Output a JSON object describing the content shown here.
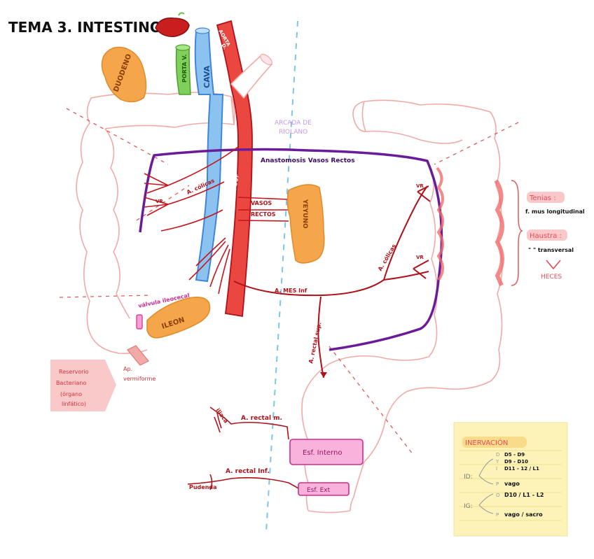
{
  "title": "TEMA 3. INTESTINO",
  "labels": {
    "duodeno": "DUODENO",
    "porta": "PORTA V.",
    "cava": "CAVA",
    "aorta": "AORTA",
    "aorta_d": "D.",
    "arcada": "ARCADA DE",
    "riolano": "RIOLANO",
    "anastomosis": "Anastomosis Vasos Rectos",
    "a_colicas_left": "A. cólicas",
    "a_colicas_right": "A. cólicas",
    "vr_left": "VR",
    "vr_right_top": "VR",
    "vr_right_bottom": "VR",
    "a_mes_sup": "A. MES SUP",
    "vasos": "VASOS",
    "rectos": "RECTOS",
    "yeyuno": "YEYUNO",
    "valvula": "válvula ileocecal",
    "ileon": "ILEON",
    "a_mes_inf": "A. MES Inf",
    "a_rectal_sup": "A. rectal sup.",
    "ap_1": "Ap.",
    "ap_2": "vermiforme",
    "reservorio_1": "Reservorio",
    "reservorio_2": "Bacteriano",
    "reservorio_3": "(órgano",
    "reservorio_4": "linfático)",
    "iliaca": "iliaca",
    "a_rectal_m": "A. rectal m.",
    "esf_interno": "Esf. Interno",
    "a_rectal_inf": "A. rectal Inf.",
    "pudenda": "Pudenda",
    "esf_ext": "Esf. Ext",
    "tenias": "Tenias :",
    "tenias_desc": "f. mus longitudinal",
    "haustra": "Haustra :",
    "haustra_desc": "\"  \" transversal",
    "heces": "HECES"
  },
  "inervacion": {
    "title": "INERVACIÓN",
    "id_label": "ID:",
    "ig_label": "IG:",
    "rows": [
      {
        "key": "D",
        "value": "D5 - D9"
      },
      {
        "key": "Y",
        "value": "D9 - D10"
      },
      {
        "key": "I",
        "value": "D11 - 12 / L1"
      },
      {
        "key": "P",
        "value": "vago"
      },
      {
        "key": "O",
        "value": "D10 / L1 - L2"
      },
      {
        "key": "P",
        "value": "vago / sacro"
      }
    ]
  },
  "colors": {
    "colon_outline": "#f2aaa6",
    "artery_red": "#d91f26",
    "dark_red": "#b0121a",
    "cava_blue": "#3f86d9",
    "porta_green": "#6cc24a",
    "duodeno_orange": "#f5a54a",
    "purple": "#6a1b9a",
    "pink": "#f06bb5",
    "dashed_blue": "#7cc6ee",
    "note_yellow": "#fdf3b8",
    "heading_red": "#e64a5a"
  }
}
